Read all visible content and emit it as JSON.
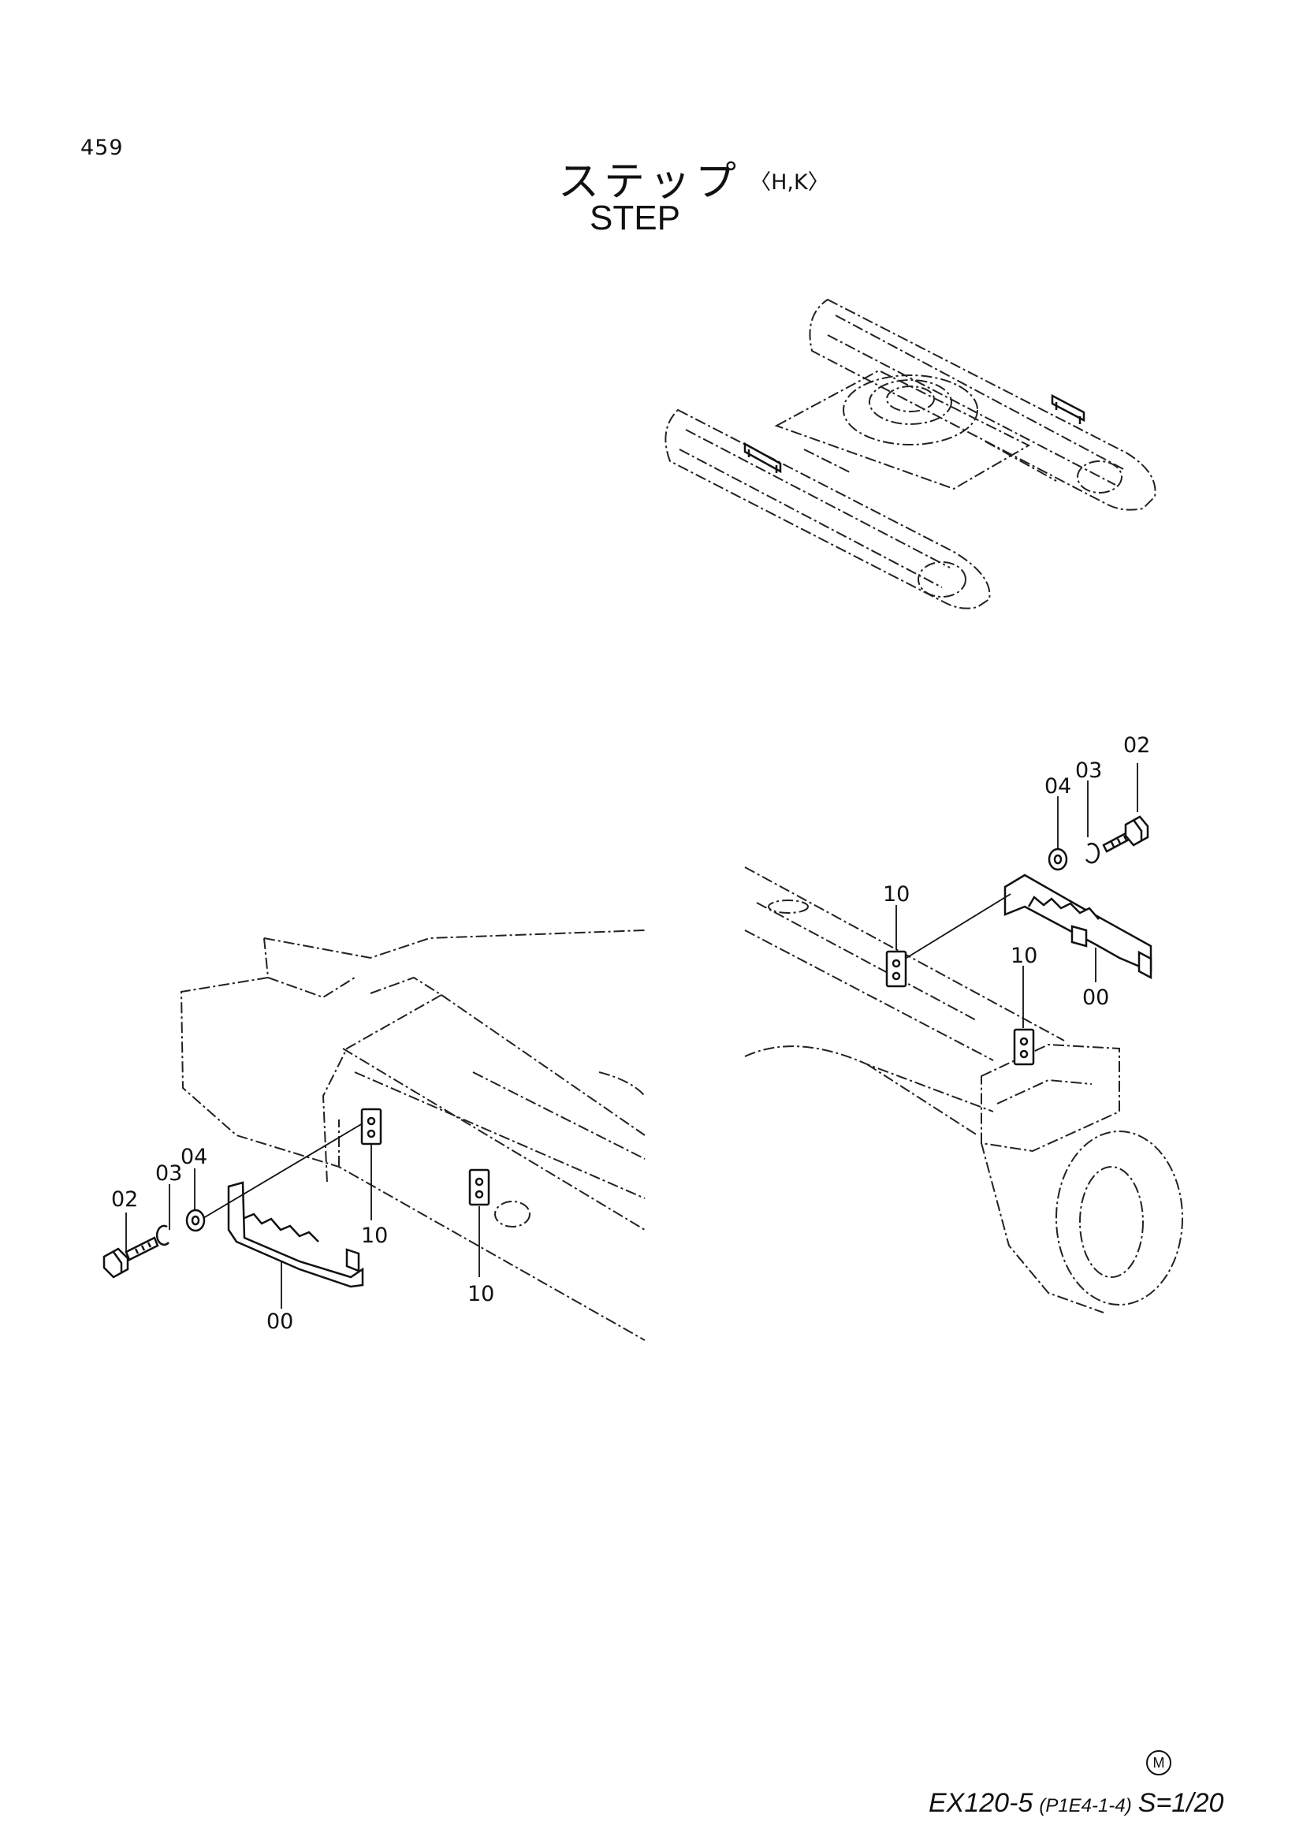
{
  "header": {
    "page_number": "459",
    "title_jp": "ステップ",
    "title_variant": "〈H,K〉",
    "title_en": "STEP"
  },
  "callouts": {
    "right_detail": {
      "bolt": "02",
      "spring_washer": "03",
      "washer": "04",
      "step": "00",
      "plate_upper": "10",
      "plate_lower": "10"
    },
    "left_detail": {
      "bolt": "02",
      "spring_washer": "03",
      "washer": "04",
      "step": "00",
      "plate_upper": "10",
      "plate_lower": "10"
    }
  },
  "footer": {
    "mark": "M",
    "model": "EX120-5",
    "code": "(P1E4-1-4)",
    "scale": "S=1/20"
  }
}
